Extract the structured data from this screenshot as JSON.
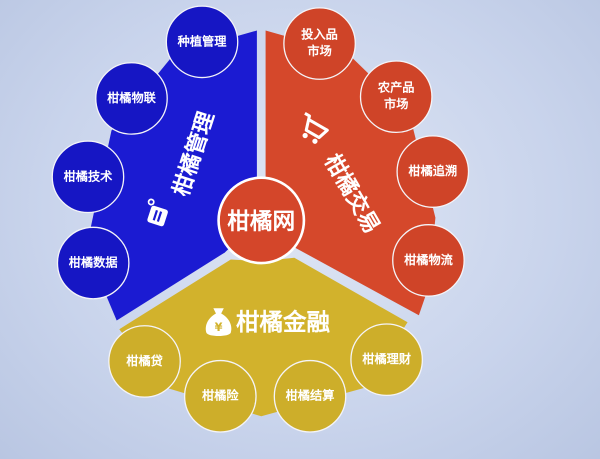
{
  "center": {
    "label": "柑橘网",
    "color": "#d4462a"
  },
  "sectors": [
    {
      "title": "柑橘管理",
      "icon": "document-icon",
      "color": "#1b1bd2",
      "items": [
        "种植管理",
        "柑橘物联",
        "柑橘技术",
        "柑橘数据"
      ]
    },
    {
      "title": "柑橘交易",
      "icon": "shopping-cart-icon",
      "color": "#d5482b",
      "items": [
        "投入品市场",
        "农产品市场",
        "柑橘追溯",
        "柑橘物流"
      ]
    },
    {
      "title": "柑橘金融",
      "icon": "money-bag-icon",
      "color": "#d2b22c",
      "items": [
        "柑橘贷",
        "柑橘险",
        "柑橘结算",
        "柑橘理财"
      ]
    }
  ]
}
